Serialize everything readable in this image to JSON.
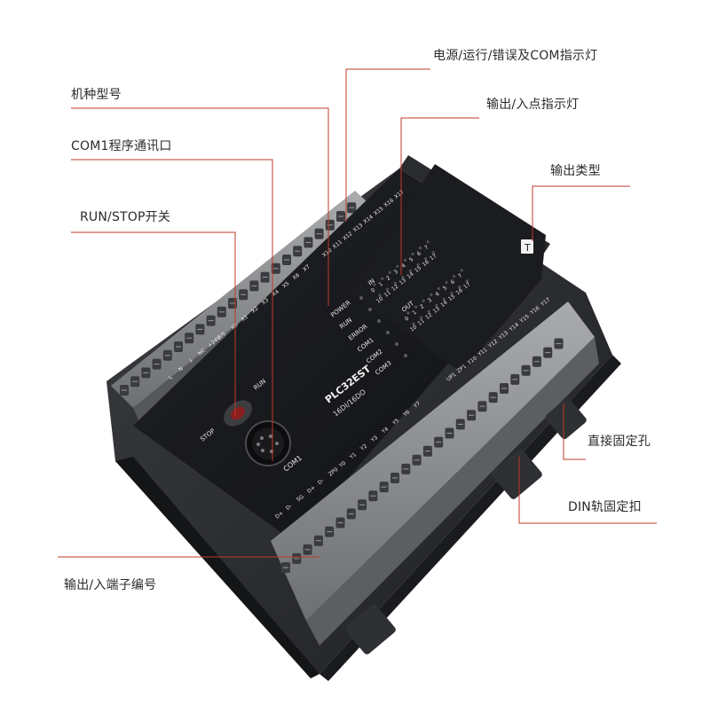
{
  "callouts": {
    "status_leds": "电源/运行/错误及COM指示灯",
    "model_number": "机种型号",
    "io_points_leds": "输出/入点指示灯",
    "com1_port": "COM1程序通讯口",
    "output_type": "输出类型",
    "run_stop_switch": "RUN/STOP开关",
    "mount_hole": "直接固定孔",
    "din_clip": "DIN轨固定扣",
    "terminal_numbers": "输出/入端子编号"
  },
  "device": {
    "model": "PLC32EST",
    "io_spec": "16DI/16DO",
    "output_type_mark": "T",
    "led_labels": [
      "POWER",
      "RUN",
      "ERROR",
      "COM1",
      "COM2",
      "COM3"
    ],
    "in_label": "IN",
    "out_label": "OUT",
    "switch_stop": "STOP",
    "switch_run": "RUN",
    "port_label": "COM1",
    "in_digits_row1": [
      "0",
      "1",
      "2",
      "3",
      "4",
      "5",
      "6",
      "7"
    ],
    "in_digits_row2": [
      "10",
      "11",
      "12",
      "13",
      "14",
      "15",
      "16",
      "17"
    ],
    "out_digits_row1": [
      "0",
      "1",
      "2",
      "3",
      "4",
      "5",
      "6",
      "7"
    ],
    "out_digits_row2": [
      "10",
      "11",
      "12",
      "13",
      "14",
      "15",
      "16",
      "17"
    ],
    "top_terminals_a": [
      "L",
      "N",
      "⏚",
      "NC",
      "+24V",
      "S/S"
    ],
    "top_terminals_b": [
      "X0",
      "X1",
      "X2",
      "X3",
      "X4",
      "X5",
      "X6",
      "X7"
    ],
    "top_terminals_c": [
      "X10",
      "X11",
      "X12",
      "X13",
      "X14",
      "X15",
      "X16",
      "X17"
    ],
    "bottom_terminals_a": [
      "D+",
      "D-",
      "SG",
      "D+",
      "D-",
      "ZP0",
      "Y0",
      "Y1",
      "Y2",
      "Y3",
      "Y4",
      "Y5",
      "Y6",
      "Y7"
    ],
    "bottom_terminals_b": [
      "UP1",
      "ZP1",
      "Y10",
      "Y11",
      "Y12",
      "Y13",
      "Y14",
      "Y15",
      "Y16",
      "Y17"
    ]
  },
  "colors": {
    "leader_line": "#c0392b",
    "housing_dark": "#2a2c30",
    "face_black": "#17181b",
    "terminal_gray": "#8a8c8f",
    "text_white": "#e8e8e8"
  }
}
